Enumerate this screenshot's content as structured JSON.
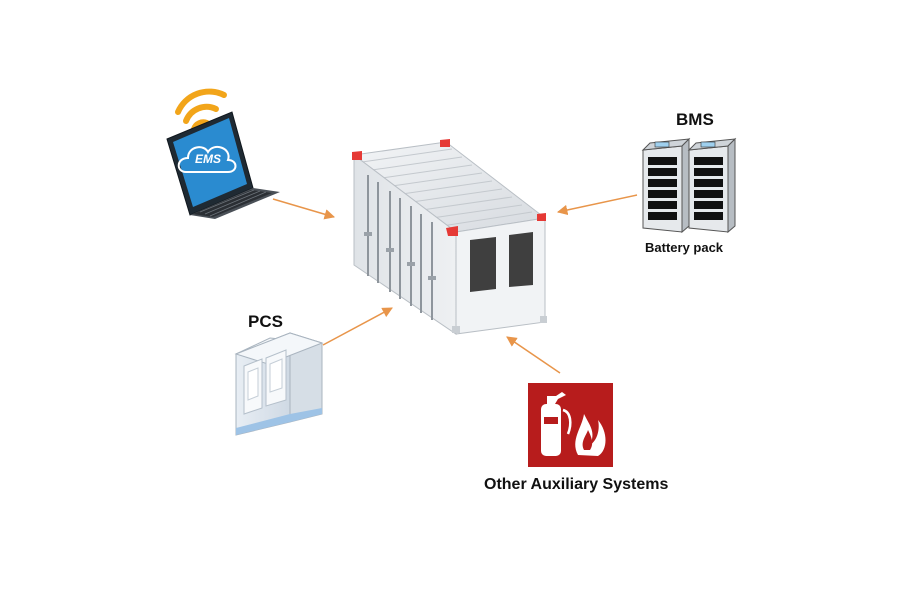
{
  "labels": {
    "ems": "EMS",
    "bms": "BMS",
    "battery_pack": "Battery pack",
    "pcs": "PCS",
    "other_auxiliary": "Other Auxiliary Systems"
  },
  "colors": {
    "arrow": "#E8954A",
    "fire_sign": "#B71C1C",
    "wifi": "#F2A51A",
    "laptop_screen": "#2A8BD0",
    "container_corner": "#E53935",
    "container_body": "#E9ECEF"
  },
  "icons": [
    "laptop-icon",
    "wifi-icon",
    "cloud-icon",
    "server-rack-icon",
    "cabinet-icon",
    "fire-extinguisher-icon",
    "container-icon"
  ]
}
